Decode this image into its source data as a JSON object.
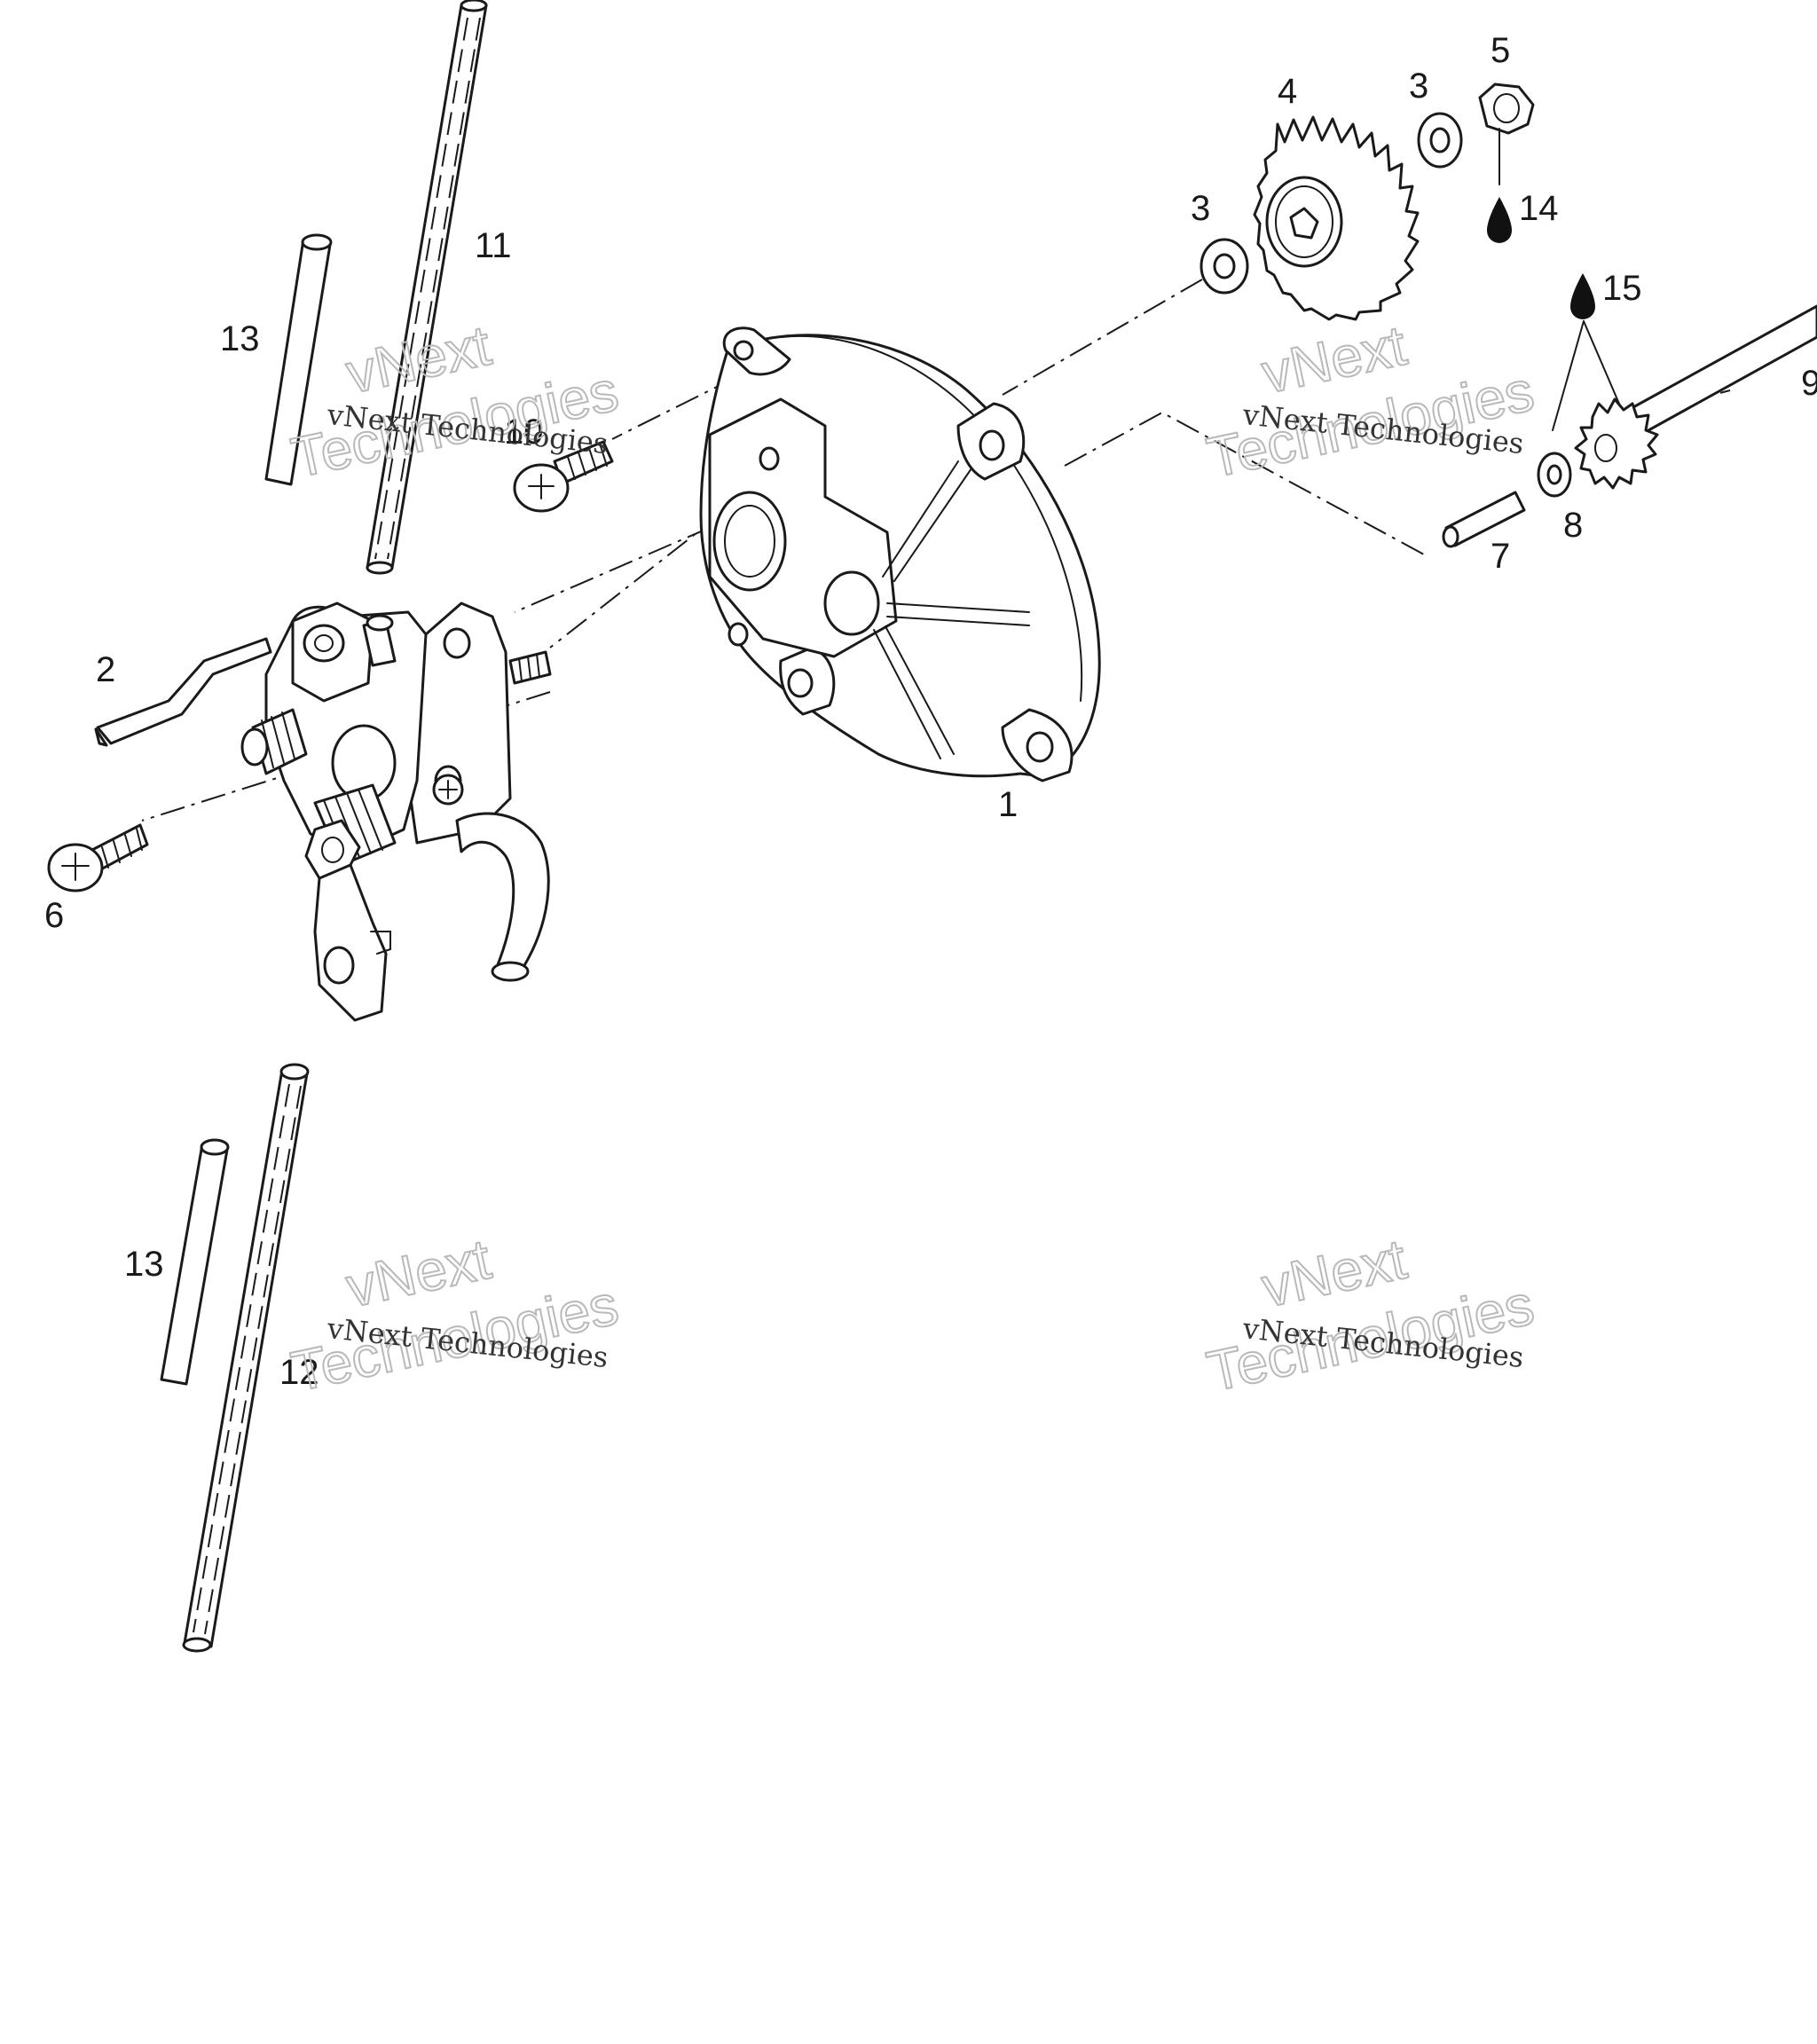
{
  "callouts": {
    "c1": "1",
    "c2": "2",
    "c3a": "3",
    "c3b": "3",
    "c4": "4",
    "c5": "5",
    "c6": "6",
    "c7": "7",
    "c8": "8",
    "c9": "9",
    "c10": "10",
    "c11": "11",
    "c12": "12",
    "c13a": "13",
    "c13b": "13",
    "c14": "14",
    "c15": "15"
  },
  "watermark": {
    "company": "vNext Technologies",
    "line1": "vNext",
    "line2": "Technologies"
  },
  "icons": {
    "lubricant": "oil-drop-icon"
  }
}
